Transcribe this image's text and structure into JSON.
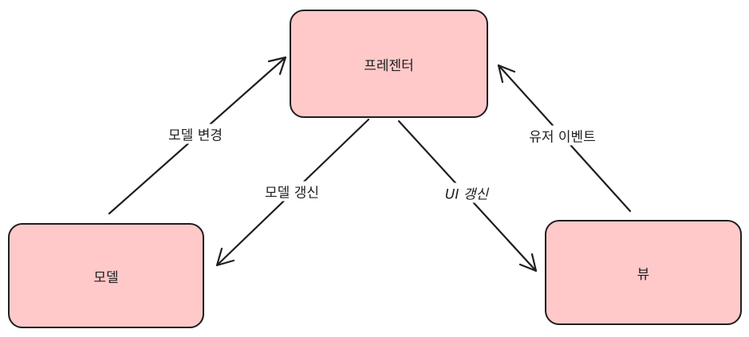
{
  "nodes": {
    "presenter": "프레젠터",
    "model": "모델",
    "view": "뷰"
  },
  "edges": {
    "model_to_presenter": "모델 변경",
    "presenter_to_model": "모델 갱신",
    "presenter_to_view": "UI 갱신",
    "view_to_presenter": "유저 이벤트"
  },
  "colors": {
    "node_fill": "#ffc9c9",
    "stroke": "#1e1e1e"
  }
}
